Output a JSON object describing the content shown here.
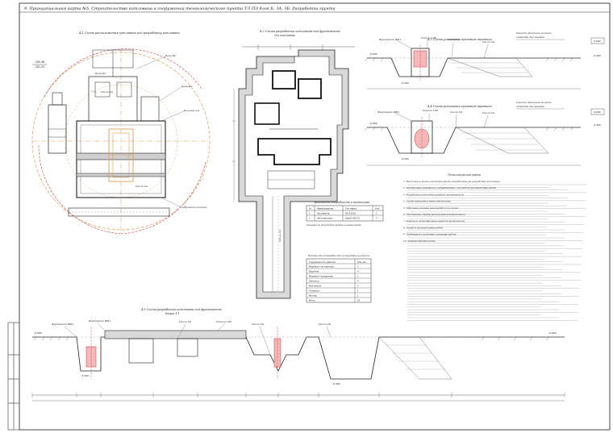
{
  "sheet": {
    "header": "9. Принципиальная карта №5. Строительство котлована и сооружений технологического пункта ТЛ ПЭ блок Б, ЗА, ЗБ. Разработка грунта"
  },
  "plan1": {
    "title": "4.1 Схема расположения котлована под разработку котлована",
    "labels": [
      "Кран КС",
      "Кран КС",
      "Кран КС",
      "Колонна 2м",
      "Обратная засыпка",
      "Песок 2м",
      "Песок 2м"
    ],
    "elevations": [
      "200.98",
      "201.25"
    ]
  },
  "plan2": {
    "title": "4.2 Схема разработки котлована под фундаменты",
    "subtitle": "Ось котлована",
    "labels": [
      "Песок 3м"
    ]
  },
  "section1": {
    "title": "4.3 Схема установки приямков траншеи",
    "labels": [
      "Фундамент ФМ1",
      "Подача 1кВ",
      "Песок 3м",
      "Песок 3м"
    ],
    "notes": [
      "Проект обратная засыпка",
      "отметка дна выемки",
      "0.000"
    ],
    "elevations": [
      "-0.650",
      "-3.200",
      "-2.450"
    ]
  },
  "section2": {
    "title": "4.4 Схема установки приямков траншеи",
    "labels": [
      "Фундамент ФМ1",
      "Подача 1кВ",
      "Песок 3м",
      "Песок 3м"
    ],
    "notes": [
      "Проект обратная засыпка",
      "отметка дна выемки",
      "0.000"
    ],
    "elevations": [
      "-0.650",
      "-3.200",
      "-2.450"
    ]
  },
  "table1": {
    "title": "Ведомость потребности в механизмах",
    "headers": [
      "№",
      "Наименование",
      "Тип марка",
      "Кол."
    ],
    "rows": [
      [
        "1",
        "Экскаватор",
        "ЭО-3323А",
        "1"
      ],
      [
        "2",
        "Автосамосвал",
        "КамАЗ-65115",
        "4"
      ]
    ],
    "note": "Указания по разработке грунта в зимнее время"
  },
  "table2": {
    "title": "Ведомость потребности в трудовых ресурсах",
    "headers": [
      "Специальность рабочих",
      "Кол.чел."
    ],
    "rows": [
      [
        "Машинист экскаватора",
        "1"
      ],
      [
        "Водитель",
        "4"
      ],
      [
        "Машинист бульдозера",
        "1"
      ],
      [
        "Землекоп",
        "4"
      ],
      [
        "Монтажник",
        "2"
      ],
      [
        "Геодезист",
        "1"
      ],
      [
        "Мастер",
        "1"
      ],
      [
        "Итого",
        "14"
      ]
    ]
  },
  "notes": {
    "title": "Технологическая карта",
    "lines": [
      "1. Настоящая технологическая карта разработана на разработку котлована",
      "2. Работы выполняются в соответствии с проектом производства работ",
      "3. Разработка котлована ведется экскаватором",
      "4. Грунт вывозится автосамосвалами",
      "5. Обратная засыпка выполняется послойно",
      "6. Уплотнение грунта выполняется виброплитой",
      "7. Контроль качества выполняется геодезистом",
      "8. Порядок производства работ",
      "9. Требования к качеству и приемке работ",
      "10. Техника безопасности"
    ]
  },
  "section3": {
    "title": "4.5 Схема разработки котлована под фундаменты",
    "subtitle": "Разрез 1-1",
    "labels": [
      "Фундамент ФМ1",
      "Фундамент ФМ1",
      "Песок 3м",
      "Подача 1кВ",
      "Песок 3м",
      "Песок 3м"
    ],
    "elevations": [
      "-0.650",
      "-3.200",
      "-2.450",
      "-0.650"
    ]
  }
}
